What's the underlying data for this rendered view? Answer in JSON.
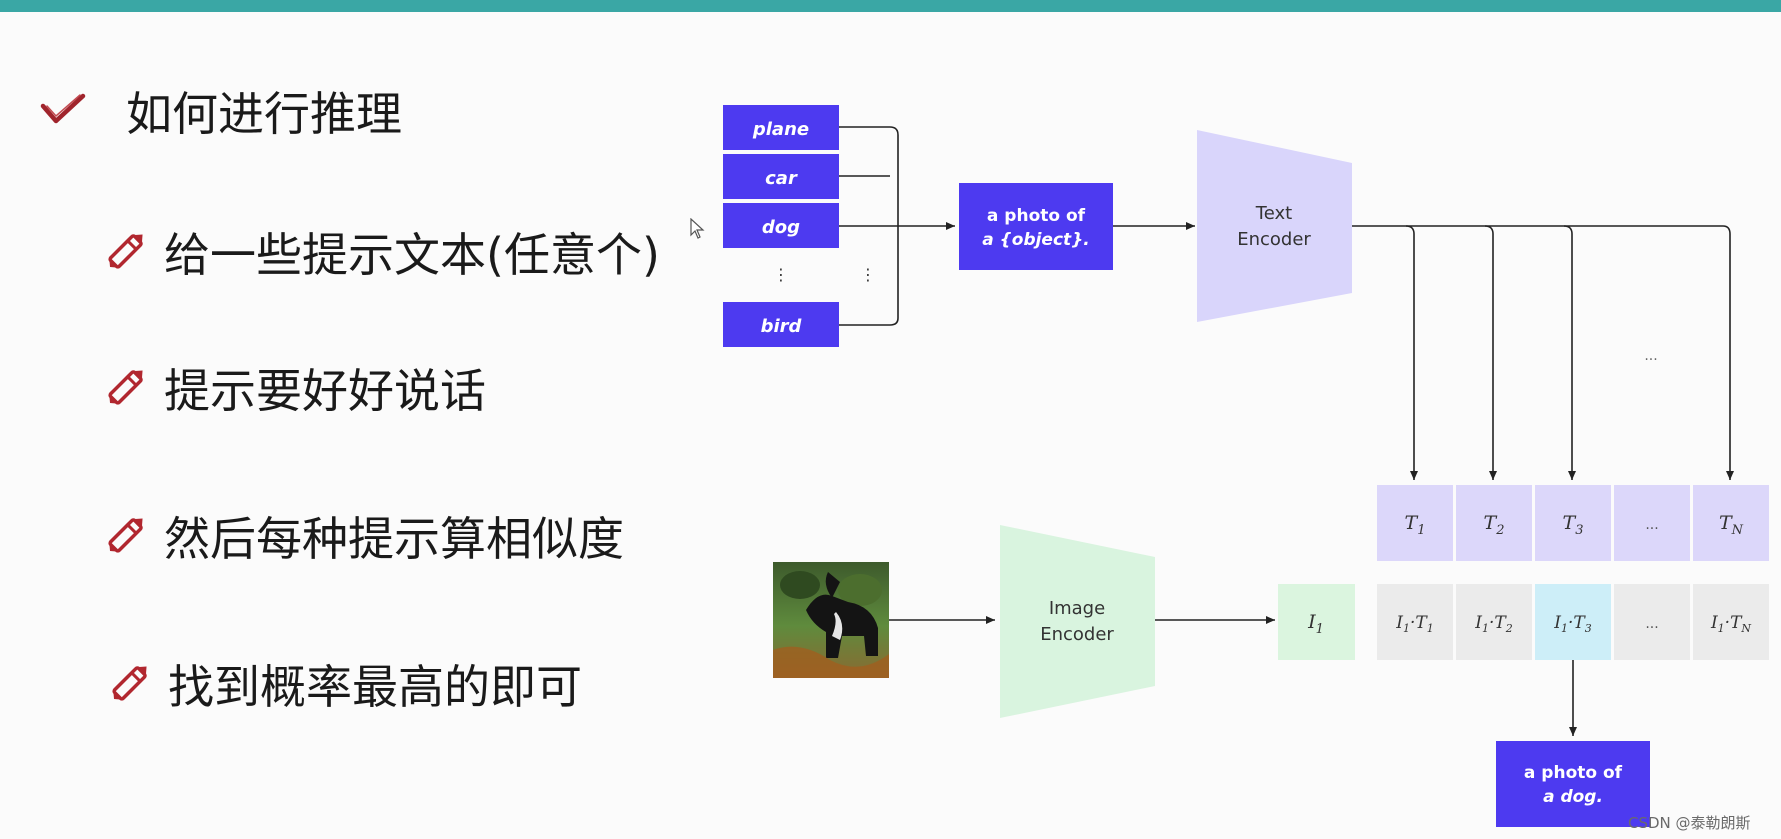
{
  "slide": {
    "heading": "如何进行推理",
    "bullets": [
      "给一些提示文本(任意个)",
      "提示要好好说话",
      "然后每种提示算相似度",
      "找到概率最高的即可"
    ],
    "watermark": "CSDN @泰勒朗斯"
  },
  "diagram": {
    "labels": [
      "plane",
      "car",
      "dog",
      "bird"
    ],
    "vertical_ellipsis": "⋮",
    "prompt_template": {
      "line1": "a photo of",
      "line2": "a {object}."
    },
    "text_encoder": {
      "line1": "Text",
      "line2": "Encoder"
    },
    "image_encoder": {
      "line1": "Image",
      "line2": "Encoder"
    },
    "ellipsis": "...",
    "text_features": [
      {
        "sym": "T",
        "sub": "1"
      },
      {
        "sym": "T",
        "sub": "2"
      },
      {
        "sym": "T",
        "sub": "3"
      },
      {
        "sym": "...",
        "sub": ""
      },
      {
        "sym": "T",
        "sub": "N"
      }
    ],
    "image_feature": {
      "sym": "I",
      "sub": "1"
    },
    "similarity": [
      {
        "a": "I",
        "asub": "1",
        "b": "T",
        "bsub": "1"
      },
      {
        "a": "I",
        "asub": "1",
        "b": "T",
        "bsub": "2"
      },
      {
        "a": "I",
        "asub": "1",
        "b": "T",
        "bsub": "3"
      },
      {
        "a": "...",
        "asub": "",
        "b": "",
        "bsub": ""
      },
      {
        "a": "I",
        "asub": "1",
        "b": "T",
        "bsub": "N"
      }
    ],
    "highlighted_index": 2,
    "result": {
      "line1": "a photo of",
      "line2": "a dog."
    },
    "colors": {
      "label_box": "#4d3af0",
      "text_encoder": "#d9d5fb",
      "text_feature": "#dcd7fa",
      "image_encoder": "#d9f4df",
      "image_feature": "#dbf5df",
      "similarity": "#ebebeb",
      "similarity_highlight": "#cdeef8",
      "accent_check": "#a0242c"
    }
  }
}
